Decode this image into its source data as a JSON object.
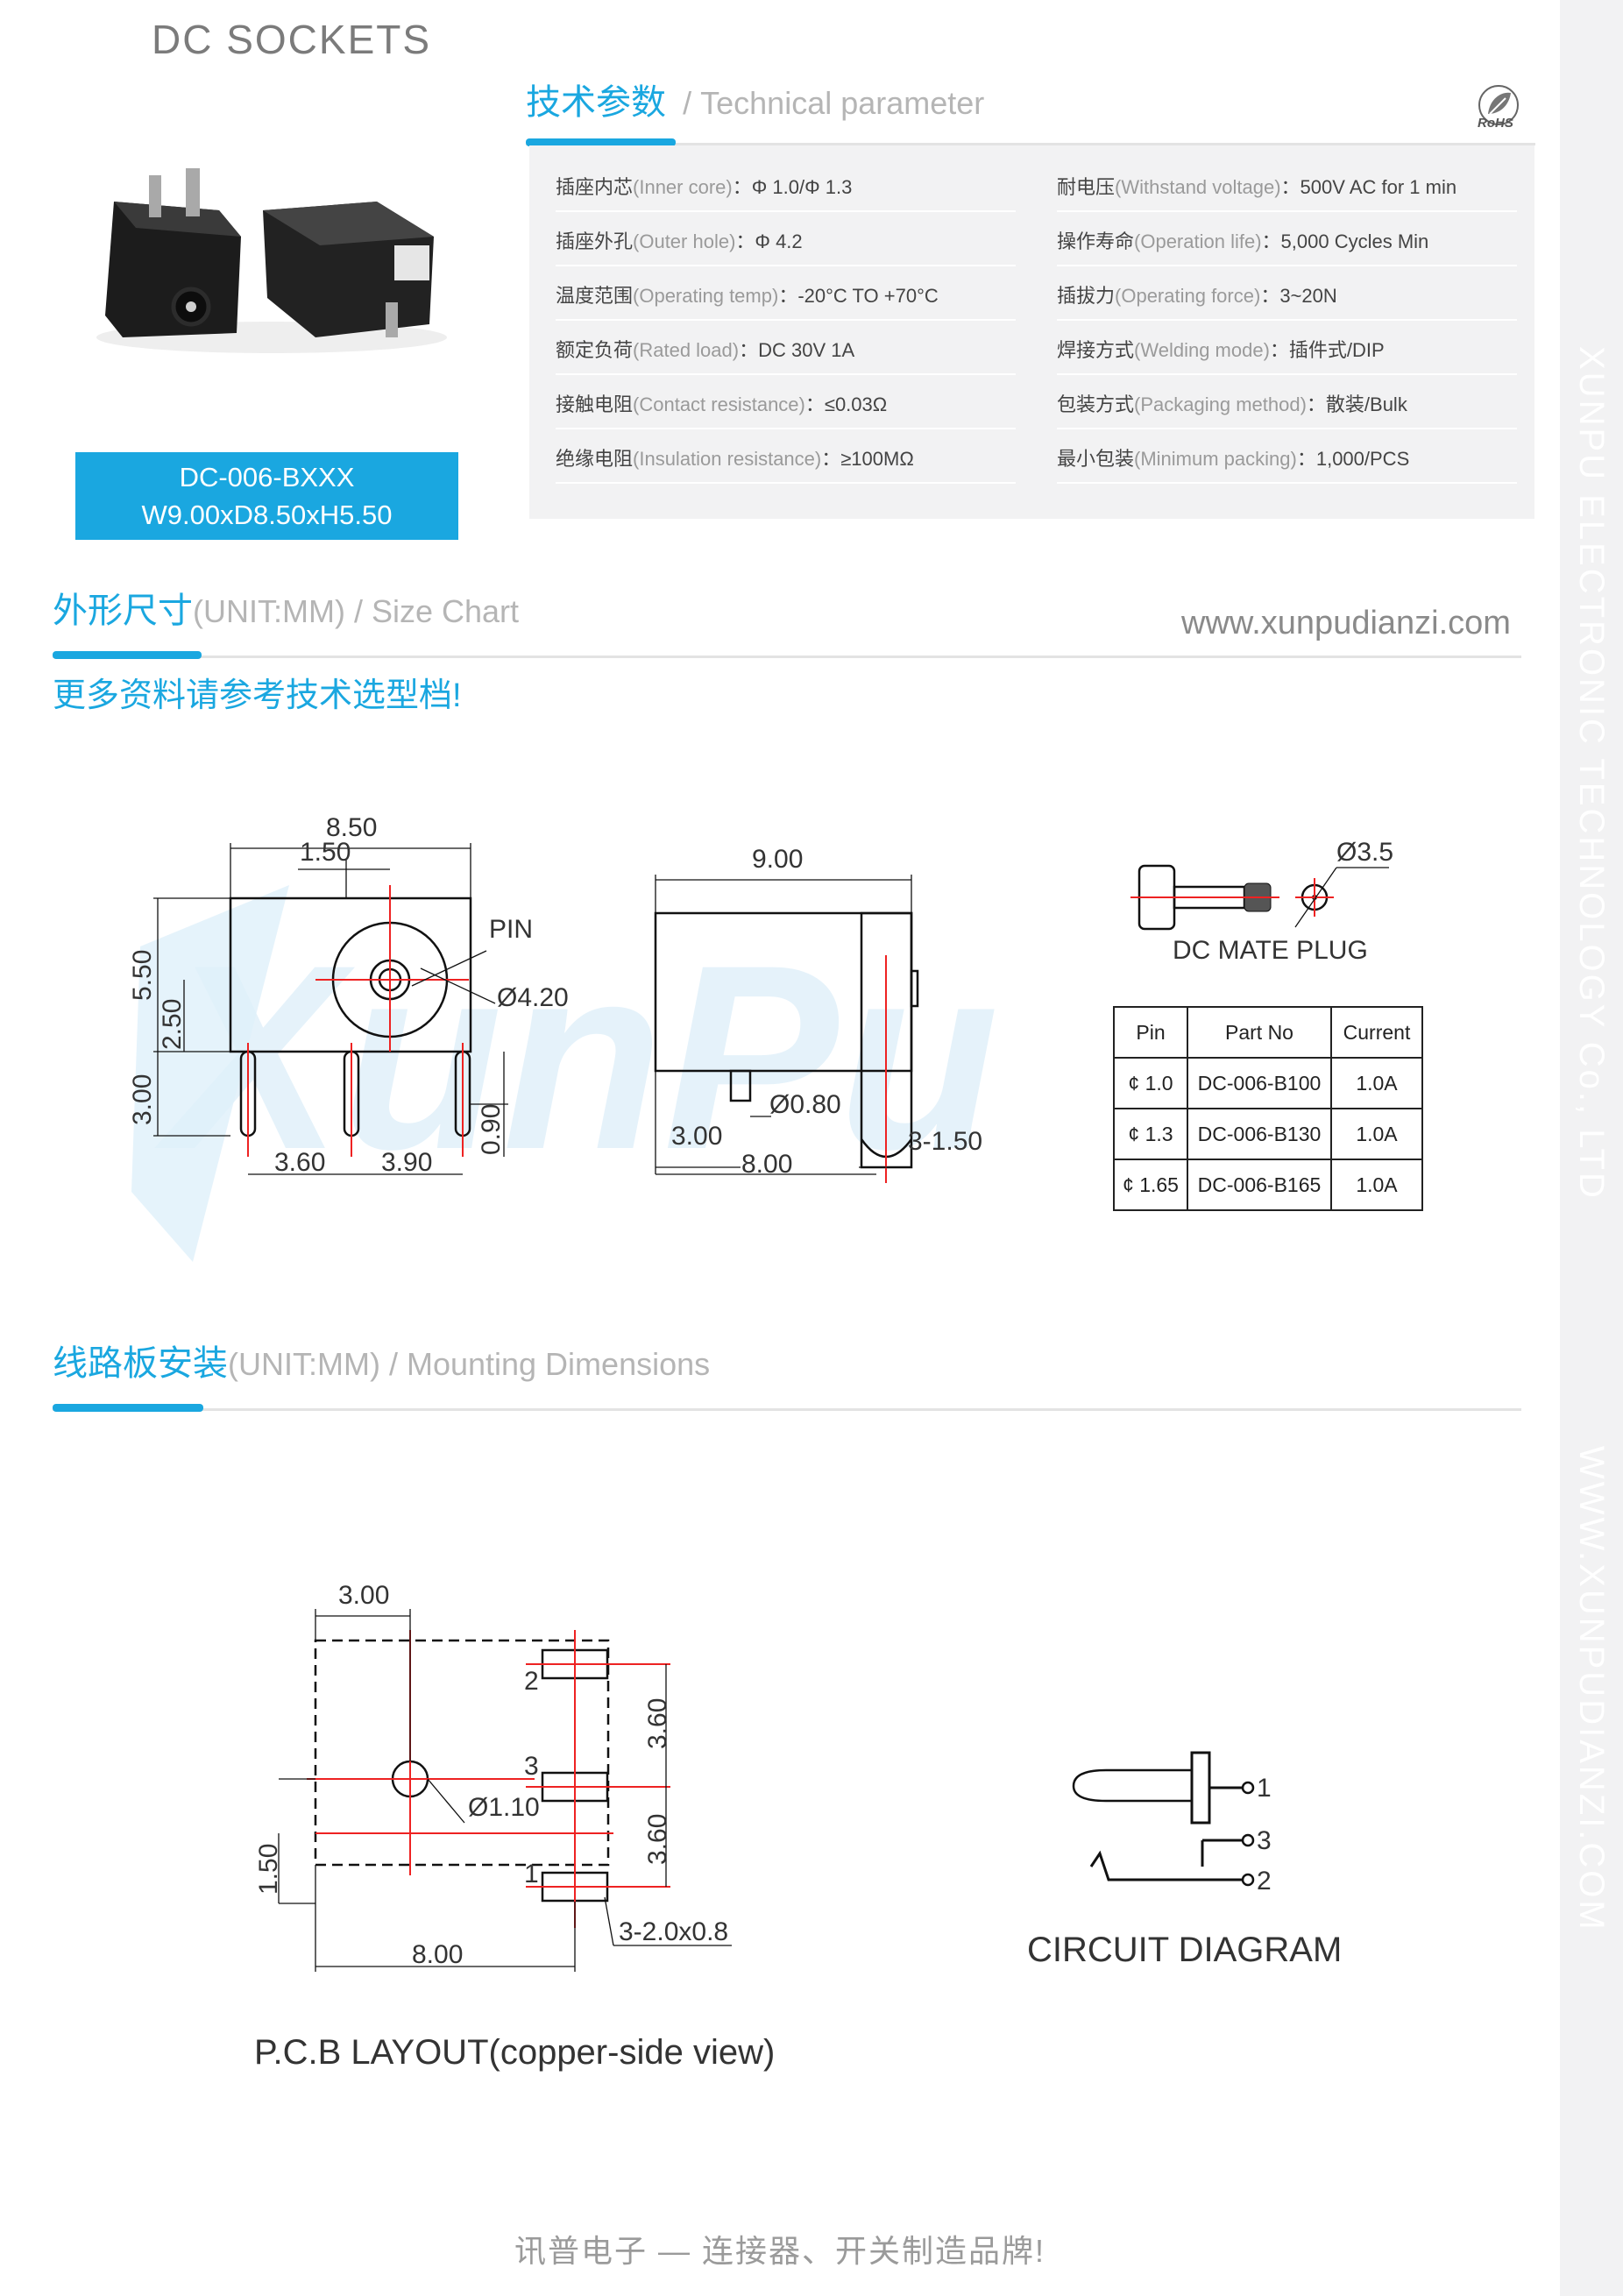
{
  "header": {
    "title": "DC SOCKETS",
    "tech_title_cn": "技术参数",
    "tech_title_en": "/ Technical parameter",
    "rohs_label": "RoHS"
  },
  "side_text": {
    "company": "XUNPU ELECTRONIC TECHNOLOGY Co., LTD",
    "website": "WWW.XUNPUDIANZI.COM"
  },
  "product": {
    "model": "DC-006-BXXX",
    "size": "W9.00xD8.50xH5.50"
  },
  "params": {
    "left": [
      {
        "cn": "插座内芯",
        "en": "(Inner core)",
        "val": "：Φ 1.0/Φ 1.3"
      },
      {
        "cn": "插座外孔",
        "en": "(Outer hole)",
        "val": "：Φ 4.2"
      },
      {
        "cn": "温度范围",
        "en": "(Operating temp)",
        "val": "：-20°C TO +70°C"
      },
      {
        "cn": "额定负荷",
        "en": "(Rated load)",
        "val": "：DC 30V 1A"
      },
      {
        "cn": "接触电阻",
        "en": "(Contact resistance)",
        "val": "：≤0.03Ω"
      },
      {
        "cn": "绝缘电阻",
        "en": "(Insulation resistance)",
        "val": "：≥100MΩ"
      }
    ],
    "right": [
      {
        "cn": "耐电压",
        "en": "(Withstand voltage)",
        "val": "：500V AC for 1 min"
      },
      {
        "cn": "操作寿命",
        "en": "(Operation life)",
        "val": "：5,000 Cycles Min"
      },
      {
        "cn": "插拔力",
        "en": "(Operating force)",
        "val": "：3~20N"
      },
      {
        "cn": "焊接方式",
        "en": "(Welding mode)",
        "val": "：插件式/DIP"
      },
      {
        "cn": "包装方式",
        "en": "(Packaging method)",
        "val": "：散装/Bulk"
      },
      {
        "cn": "最小包装",
        "en": "(Minimum packing)",
        "val": "：1,000/PCS"
      }
    ]
  },
  "size_chart": {
    "title_cn": "外形尺寸",
    "title_en": "(UNIT:MM) / Size Chart",
    "website": "www.xunpudianzi.com",
    "note": "更多资料请参考技术选型档!",
    "watermark": "XunPu",
    "front_dims": {
      "width": "8.50",
      "pin_offset": "1.50",
      "pin_label": "PIN",
      "hole": "Ø4.20",
      "height": "5.50",
      "center_h": "2.50",
      "leg": "3.00",
      "leg_w": "0.90",
      "spacing1": "3.60",
      "spacing2": "3.90"
    },
    "side_dims": {
      "depth": "9.00",
      "pin_d": "Ø0.80",
      "offset": "3.00",
      "length": "8.00",
      "pin_w": "3-1.50"
    },
    "plug": {
      "dia": "Ø3.5",
      "label": "DC  MATE  PLUG"
    },
    "table": {
      "headers": [
        "Pin",
        "Part No",
        "Current"
      ],
      "rows": [
        [
          "¢ 1.0",
          "DC-006-B100",
          "1.0A"
        ],
        [
          "¢ 1.3",
          "DC-006-B130",
          "1.0A"
        ],
        [
          "¢ 1.65",
          "DC-006-B165",
          "1.0A"
        ]
      ]
    }
  },
  "mounting": {
    "title_cn": "线路板安装",
    "title_en": "(UNIT:MM) / Mounting Dimensions",
    "pcb": {
      "top": "3.00",
      "pin2": "2",
      "pin3": "3",
      "pin1": "1",
      "hole": "Ø1.10",
      "sp1": "3.60",
      "sp2": "3.60",
      "left": "1.50",
      "bottom": "8.00",
      "slot": "3-2.0x0.8"
    },
    "pcb_caption": "P.C.B LAYOUT(copper-side view)",
    "circuit": {
      "n1": "1",
      "n3": "3",
      "n2": "2",
      "caption": "CIRCUIT DIAGRAM"
    }
  },
  "footer": "讯普电子 — 连接器、开关制造品牌!"
}
